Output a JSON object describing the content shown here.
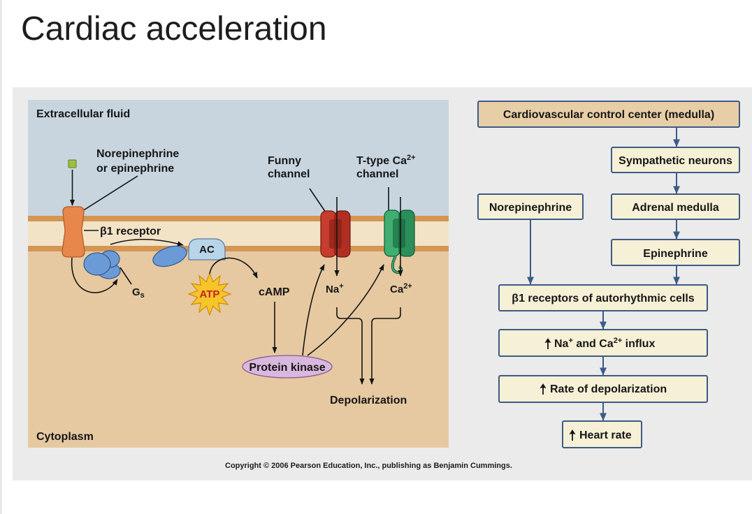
{
  "slide": {
    "title": "Cardiac acceleration",
    "copyright": "Copyright © 2006 Pearson Education, Inc., publishing as Benjamin Cummings."
  },
  "cell_diagram": {
    "extracellular_label": "Extracellular fluid",
    "cytoplasm_label": "Cytoplasm",
    "ligand_label": [
      "Norepinephrine",
      "or epinephrine"
    ],
    "receptor_label": "β1 receptor",
    "g_protein_label": {
      "text": "G",
      "subscript": "s"
    },
    "ac_label": "AC",
    "atp_label": "ATP",
    "camp_label": "cAMP",
    "protein_kinase_label": "Protein kinase",
    "funny_channel_label": [
      "Funny",
      "channel"
    ],
    "ttype_channel_label": {
      "text": "T-type Ca",
      "superscript": "2+",
      "line2": "channel"
    },
    "sodium_label": {
      "text": "Na",
      "superscript": "+"
    },
    "calcium_label": {
      "text": "Ca",
      "superscript": "2+"
    },
    "depolarization_label": "Depolarization"
  },
  "flowchart": {
    "control_center": "Cardiovascular control center (medulla)",
    "sympathetic_neurons": "Sympathetic neurons",
    "norepinephrine": "Norepinephrine",
    "adrenal_medulla": "Adrenal medulla",
    "epinephrine": "Epinephrine",
    "beta1_receptors": "β1 receptors of autorhythmic cells",
    "ion_influx": {
      "icon": "up-arrow-icon",
      "parts": [
        "Na",
        "+",
        " and Ca",
        "2+",
        " influx"
      ]
    },
    "depolarization_rate": {
      "icon": "up-arrow-icon",
      "label": "Rate of depolarization"
    },
    "heart_rate": {
      "icon": "up-arrow-icon",
      "label": "Heart rate"
    }
  },
  "colors": {
    "figure_background": "#ebebeb",
    "extracellular": "#c8d5df",
    "cytoplasm": "#e6c9a1",
    "membrane": "#d49655",
    "membrane_core": "#f3e3c6",
    "receptor": "#e8874c",
    "g_protein": "#6b9bd7",
    "adenylyl_cyclase": "#b8d4e9",
    "atp_burst": "#f5c52a",
    "atp_text": "#cc2020",
    "protein_kinase": "#d9b8de",
    "funny_channel": "#c63c2d",
    "ttype_channel": "#3fae70",
    "ligand": "#a0bd45",
    "box_border": "#3c5b86",
    "box_fill": "#f6f0d6",
    "header_box_fill": "#e8cea6"
  }
}
